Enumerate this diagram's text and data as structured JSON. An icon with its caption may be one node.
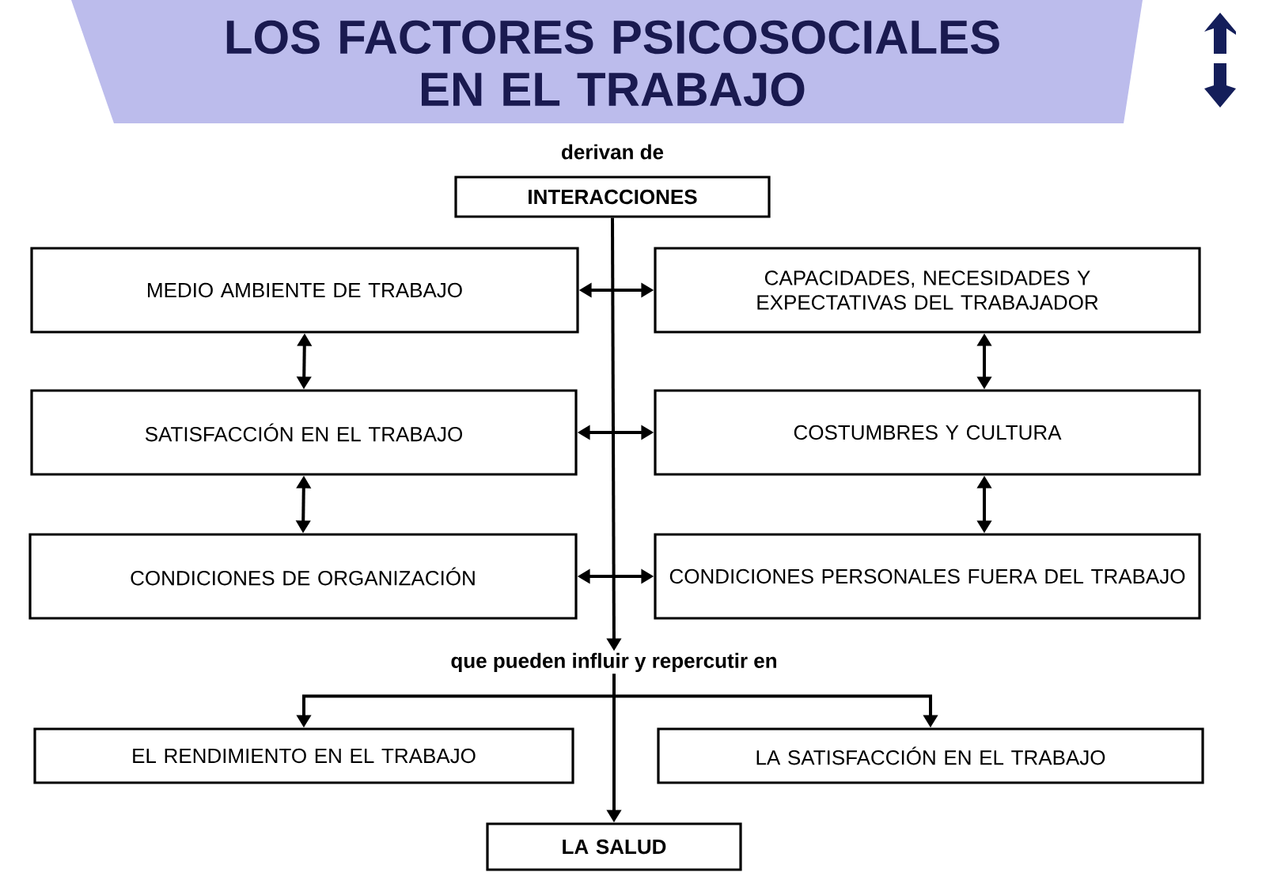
{
  "diagram": {
    "title": "LOS FACTORES PSICOSOCIALES EN EL TRABAJO",
    "nodes": [
      {
        "text": [
          "INTERACCIONES"
        ]
      },
      {
        "text": [
          "MEDIO AMBIENTE DE TRABAJO"
        ]
      },
      {
        "text": [
          "CAPACIDADES, NECESIDADES Y EXPECTATIVAS DEL TRABAJADOR"
        ]
      },
      {
        "text": [
          "SATISFACCIÓN EN EL TRABAJO"
        ]
      },
      {
        "text": [
          "COSTUMBRES Y CULTURA"
        ]
      },
      {
        "text": [
          "CONDICIONES DE ORGANIZACIÓN"
        ]
      },
      {
        "text": [
          "CONDICIONES PERSONALES FUERA DEL TRABAJO"
        ]
      },
      {
        "text": [
          "que pueden influir y repercutir en"
        ]
      },
      {
        "text": [
          "EL RENDIMIENTO EN EL TRABAJO"
        ]
      },
      {
        "text": [
          "LA SATISFACCIÓN EN EL TRABAJO"
        ]
      },
      {
        "text": [
          "LA SALUD"
        ]
      }
    ],
    "edges": [
      {
        "from": 0,
        "to": 7,
        "arrow": "to"
      },
      {
        "from": 1,
        "to": 2,
        "arrow": "both"
      },
      {
        "from": 3,
        "to": 4,
        "arrow": "both"
      },
      {
        "from": 5,
        "to": 6,
        "arrow": "both"
      },
      {
        "from": 1,
        "to": 3,
        "arrow": "both"
      },
      {
        "from": 3,
        "to": 5,
        "arrow": "both"
      },
      {
        "from": 2,
        "to": 4,
        "arrow": "both"
      },
      {
        "from": 4,
        "to": 6,
        "arrow": "both"
      },
      {
        "from": 7,
        "to": 8,
        "arrow": "to"
      },
      {
        "from": 7,
        "to": 9,
        "arrow": "to"
      },
      {
        "from": 7,
        "to": 10,
        "arrow": "to"
      }
    ],
    "labels": [
      "derivan de"
    ]
  }
}
